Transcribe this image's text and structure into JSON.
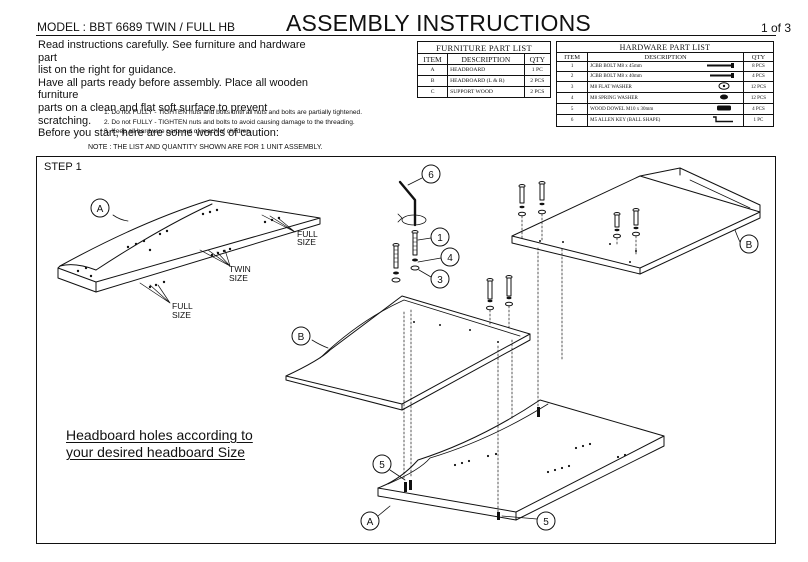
{
  "header": {
    "model": "MODEL : BBT 6689 TWIN / FULL HB",
    "title": "ASSEMBLY INSTRUCTIONS",
    "page": "1 of 3"
  },
  "intro": [
    "Read instructions carefully. See furniture and hardware part",
    "list on the right for guidance.",
    "Have all parts ready before assembly. Place all wooden furniture",
    "parts on a clean and flat soft surface to prevent  scratching.",
    "Before you start, here are some words of caution:"
  ],
  "cautions": [
    "1. Do not FULLY - TIGHTEN nuts and bolts until all nuts and bolts are partially tightened.",
    "2. Do not FULLY - TIGHTEN nuts and bolts to avoid causing damage to the threading.",
    "3. Keep all hardware parts out of reach of children."
  ],
  "note": "NOTE : THE LIST AND QUANTITY SHOWN ARE FOR 1 UNIT ASSEMBLY.",
  "furniture_table": {
    "caption": "FURNITURE PART LIST",
    "headers": [
      "ITEM",
      "DESCRIPTION",
      "QTY"
    ],
    "rows": [
      {
        "item": "A",
        "description": "HEADBOARD",
        "qty": "1 PC"
      },
      {
        "item": "B",
        "description": "HEADBOARD (L & R)",
        "qty": "2 PCS"
      },
      {
        "item": "C",
        "description": "SUPPORT WOOD",
        "qty": "2 PCS"
      }
    ]
  },
  "hardware_table": {
    "caption": "HARDWARE PART LIST",
    "headers": [
      "ITEM",
      "DESCRIPTION",
      "QTY"
    ],
    "rows": [
      {
        "item": "1",
        "description": "JCBB BOLT M8 x 45mm",
        "icon": "bolt-icon",
        "qty": "8 PCS"
      },
      {
        "item": "2",
        "description": "JCBB BOLT M8 x 40mm",
        "icon": "bolt-icon",
        "qty": "4 PCS"
      },
      {
        "item": "3",
        "description": "M8 FLAT WASHER",
        "icon": "flat-washer-icon",
        "qty": "12 PCS"
      },
      {
        "item": "4",
        "description": "M8 SPRING WASHER",
        "icon": "spring-washer-icon",
        "qty": "12 PCS"
      },
      {
        "item": "5",
        "description": "WOOD DOWEL M10 x 30mm",
        "icon": "dowel-icon",
        "qty": "4 PCS"
      },
      {
        "item": "6",
        "description": "M5 ALLEN KEY (BALL SHAPE)",
        "icon": "allen-key-icon",
        "qty": "1 PC"
      }
    ]
  },
  "step": {
    "title": "STEP 1",
    "callout_line1": "Headboard holes according to",
    "callout_line2": "your desired headboard Size",
    "labels": {
      "full_size_1_a": "FULL",
      "full_size_1_b": "SIZE",
      "twin_a": "TWIN",
      "twin_b": "SIZE",
      "full_size_2_a": "FULL",
      "full_size_2_b": "SIZE",
      "part_a": "A",
      "part_b": "B",
      "n1": "1",
      "n3": "3",
      "n4": "4",
      "n5": "5",
      "n6": "6"
    }
  }
}
